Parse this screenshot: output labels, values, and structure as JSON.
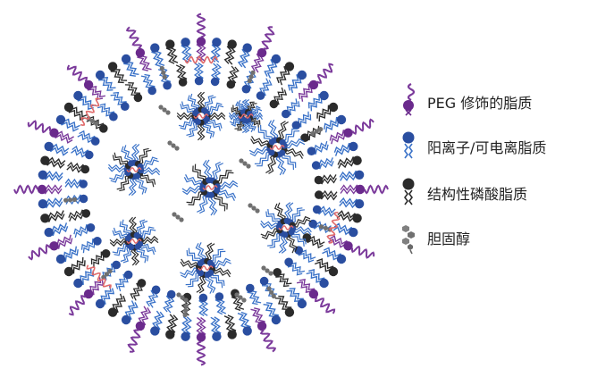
{
  "legend": {
    "items": [
      {
        "key": "peg",
        "label": "PEG 修饰的脂质",
        "icon": "peg-lipid-icon"
      },
      {
        "key": "cat",
        "label": "阳离子/可电离脂质",
        "icon": "cationic-lipid-icon"
      },
      {
        "key": "phos",
        "label": "结构性磷酸脂质",
        "icon": "phospholipid-icon"
      },
      {
        "key": "chol",
        "label": "胆固醇",
        "icon": "cholesterol-icon"
      }
    ]
  },
  "colors": {
    "peg_purple": "#6a2a8c",
    "peg_chain": "#7b3a9b",
    "cationic_blue": "#2a4ea0",
    "cationic_tail": "#3a72c8",
    "phospholipid_dark": "#2b2b2b",
    "cholesterol_gray": "#707070",
    "mrna_red": "#e06a6a"
  }
}
